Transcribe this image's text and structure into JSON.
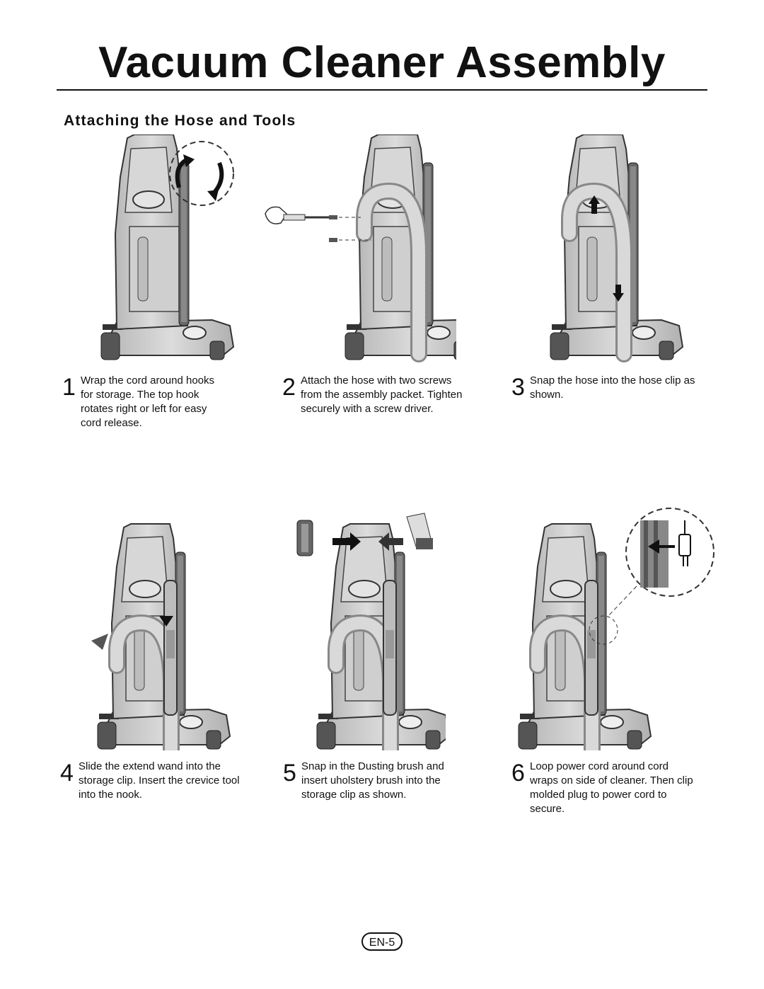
{
  "page": {
    "title": "Vacuum Cleaner Assembly",
    "subtitle": "Attaching the Hose and Tools",
    "page_number": "EN-5"
  },
  "steps": [
    {
      "number": "1",
      "text": "Wrap the cord around hooks for storage. The top hook rotates right or left for easy cord release."
    },
    {
      "number": "2",
      "text": "Attach the hose with two screws from the assembly packet. Tighten securely with a screw driver."
    },
    {
      "number": "3",
      "text": "Snap the hose into the hose clip as shown."
    },
    {
      "number": "4",
      "text": "Slide the extend wand into the storage clip. Insert the crevice tool into the nook."
    },
    {
      "number": "5",
      "text": "Snap in the Dusting brush and insert uholstery brush into the storage clip as shown."
    },
    {
      "number": "6",
      "text": "Loop power cord around cord wraps on side of cleaner. Then clip molded plug to power cord to secure."
    }
  ],
  "colors": {
    "body": "#c9c9c9",
    "outline": "#333333",
    "dark": "#555555"
  },
  "icons": [
    "vacuum-illustration",
    "rotate-arrow-icon",
    "screwdriver-icon",
    "screw-icon",
    "arrow-icon",
    "plug-icon",
    "dusting-brush-icon",
    "upholstery-brush-icon"
  ]
}
